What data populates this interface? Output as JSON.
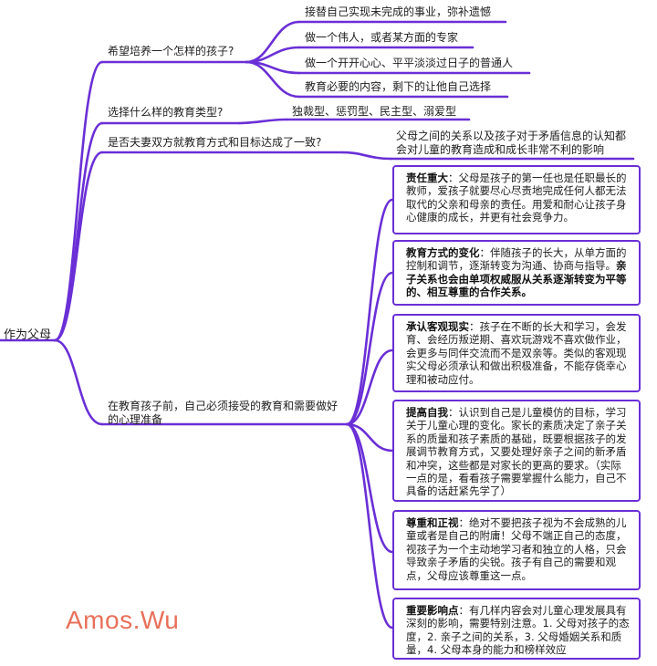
{
  "colors": {
    "branch": "#6a2fd6",
    "watermark": "#e8705a"
  },
  "root": "作为父母",
  "branches": [
    {
      "label": "希望培养一个怎样的孩子?",
      "children": [
        "接替自己实现未完成的事业，弥补遗憾",
        "做一个伟人，或者某方面的专家",
        "做一个开开心心、平平淡淡过日子的普通人",
        "教育必要的内容，剩下的让他自己选择"
      ]
    },
    {
      "label": "选择什么样的教育类型?",
      "children": [
        "独裁型、惩罚型、民主型、溺爱型"
      ]
    },
    {
      "label": "是否夫妻双方就教育方式和目标达成了一致?",
      "children": [
        "父母之间的关系以及孩子对于矛盾信息的认知都会对儿童的教育造成和成长非常不利的影响"
      ]
    },
    {
      "label": "在教育孩子前，自己必须接受的教育和需要做好的心理准备",
      "boxes": [
        {
          "title": "责任重大",
          "body": "：父母是孩子的第一任也是任职最长的教师，爱孩子就要尽心尽责地完成任何人都无法取代的父亲和母亲的责任。用爱和耐心让孩子身心健康的成长，并更有社会竞争力。"
        },
        {
          "title": "教育方式的变化",
          "body": "：伴随孩子的长大，从单方面的控制和调节，逐渐转变为沟通、协商与指导。",
          "bold_tail": "亲子关系也会由单项权威服从关系逐渐转变为平等的、相互尊重的合作关系。"
        },
        {
          "title": "承认客观现实",
          "body": "：孩子在不断的长大和学习，会发育、会经历叛逆期、喜欢玩游戏不喜欢做作业，会更多与同伴交流而不是双亲等。类似的客观现实父母必须承认和做出积极准备，不能存侥幸心理和被动应付。"
        },
        {
          "title": "提高自我",
          "body": "：认识到自己是儿童模仿的目标，学习关于儿童心理的变化。家长的素质决定了亲子关系的质量和孩子素质的基础，既要根据孩子的发展调节教育方式，又要处理好亲子之间的新矛盾和冲突，这些都是对家长的更高的要求。（实际一点的是，看看孩子需要掌握什么能力，自己不具备的话赶紧先学了）"
        },
        {
          "title": "尊重和正视",
          "body": "：绝对不要把孩子视为不会成熟的儿童或者是自己的附庸！父母不端正自己的态度，视孩子为一个主动地学习者和独立的人格，只会导致亲子矛盾的尖锐。孩子有自己的需要和观点，父母应该尊重这一点。"
        },
        {
          "title": "重要影响点",
          "body": "：有几样内容会对儿童心理发展具有深刻的影响，需要特别注意。1. 父母对孩子的态度，2. 亲子之间的关系，3. 父母婚姻关系和质量，4. 父母本身的能力和榜样效应"
        }
      ]
    }
  ],
  "watermark": "Amos.Wu"
}
